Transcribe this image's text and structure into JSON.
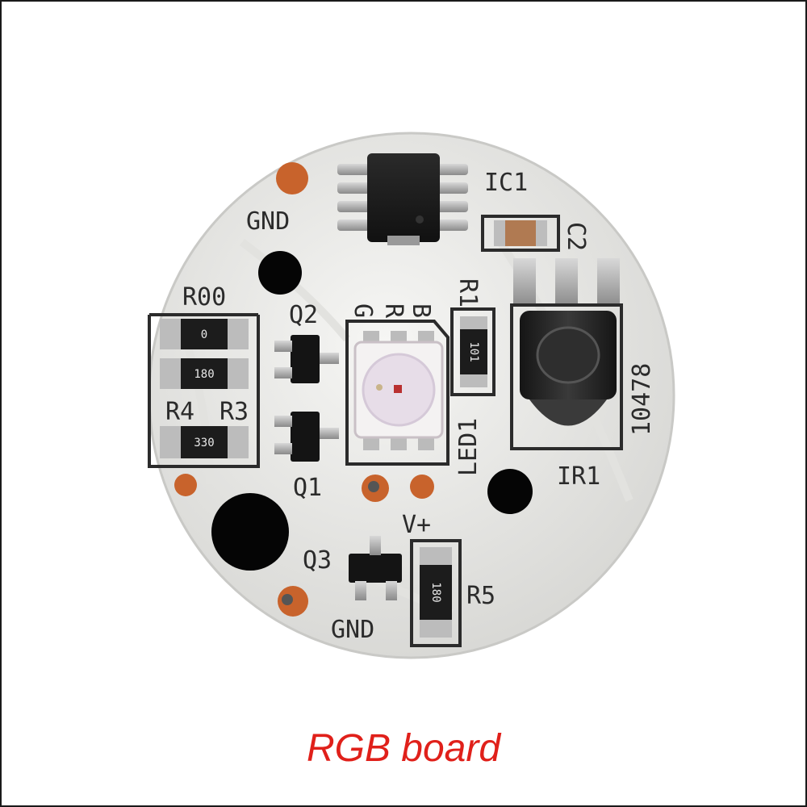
{
  "caption": {
    "text": "RGB board",
    "color": "#e0201a"
  },
  "board": {
    "color": "#eeeeec",
    "pad_color": "#c8632c",
    "silkscreen_color": "#2b2b2b",
    "labels": {
      "ic1": "IC1",
      "c2": "C2",
      "r1": "R1",
      "gnd_top": "GND",
      "gnd_bottom": "GND",
      "r00": "R00",
      "q2": "Q2",
      "q1": "Q1",
      "q3": "Q3",
      "r4": "R4",
      "r3": "R3",
      "r5": "R5",
      "v_plus": "V+",
      "led1": "LED1",
      "ir1": "IR1",
      "code": "10478",
      "g": "G",
      "r": "R",
      "b": "B"
    },
    "component_markings": {
      "res_0": "0",
      "res_180": "180",
      "res_330": "330",
      "res_101": "101",
      "res_180_b": "180"
    }
  }
}
